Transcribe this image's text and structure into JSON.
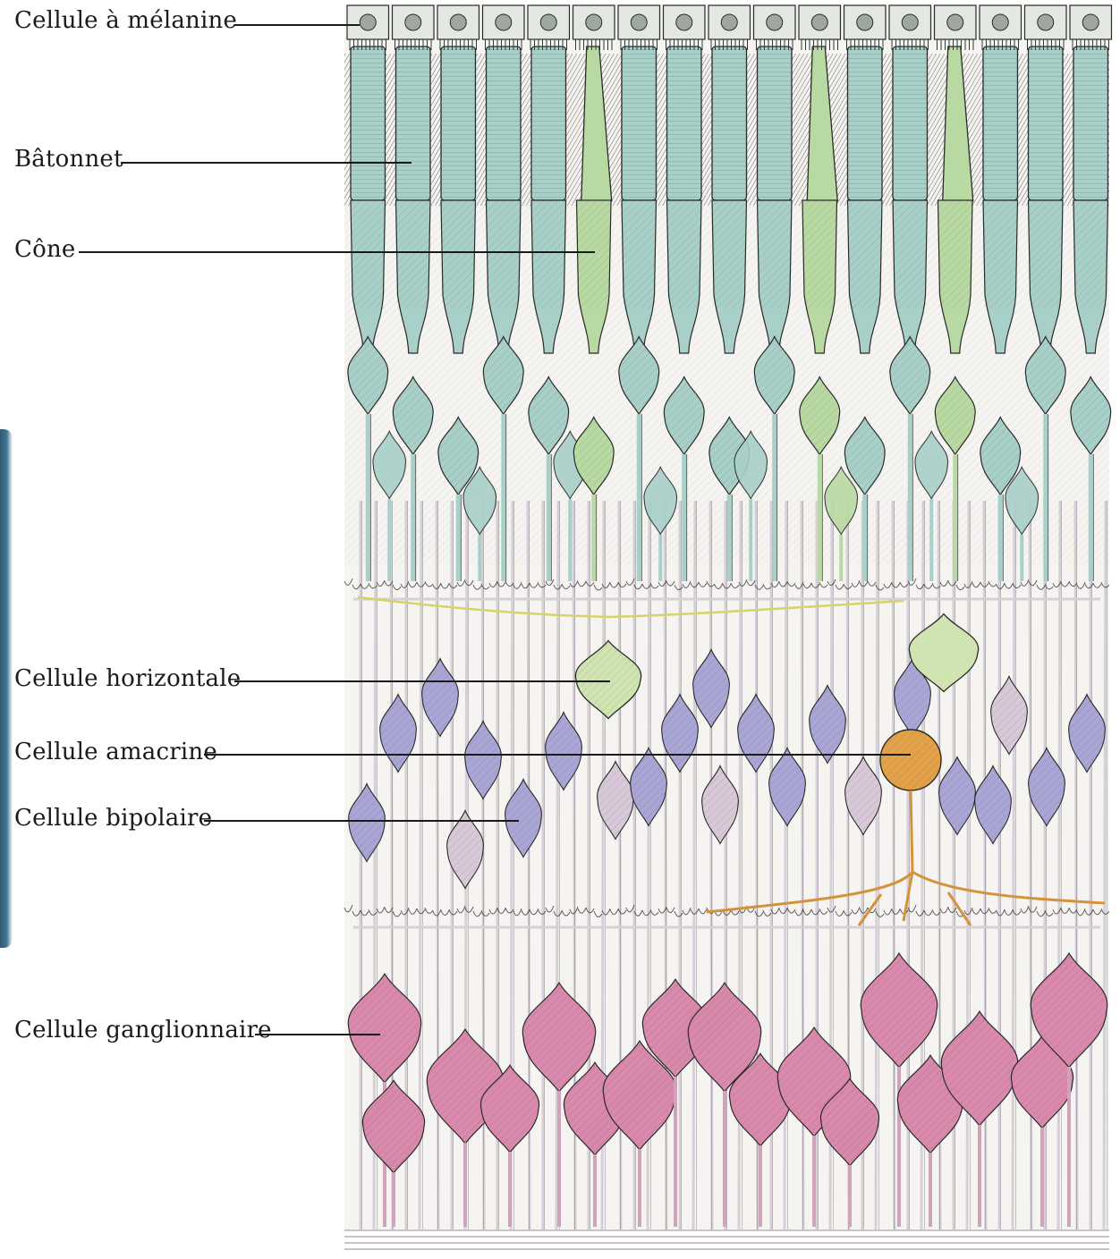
{
  "labels": [
    {
      "id": "melanine",
      "text": "Cellule à mélanine"
    },
    {
      "id": "batonnet",
      "text": "Bâtonnet"
    },
    {
      "id": "cone",
      "text": "Cône"
    },
    {
      "id": "horizontale",
      "text": "Cellule horizontale"
    },
    {
      "id": "amacrine",
      "text": "Cellule amacrine"
    },
    {
      "id": "bipolaire",
      "text": "Cellule bipolaire"
    },
    {
      "id": "ganglionnaire",
      "text": "Cellule ganglionnaire"
    }
  ],
  "colors": {
    "melanin_cell": "#e3e8e2",
    "rod": "#a8cfc8",
    "cone": "#b9d9a2",
    "horizontal_cell": "#cfe4b0",
    "amacrine_cell": "#e3a24a",
    "bipolar_cell": "#a9a6d6",
    "ganglion_cell": "#d98aac",
    "neurite": "#d6cfd8",
    "outline": "#2a2a2a"
  }
}
